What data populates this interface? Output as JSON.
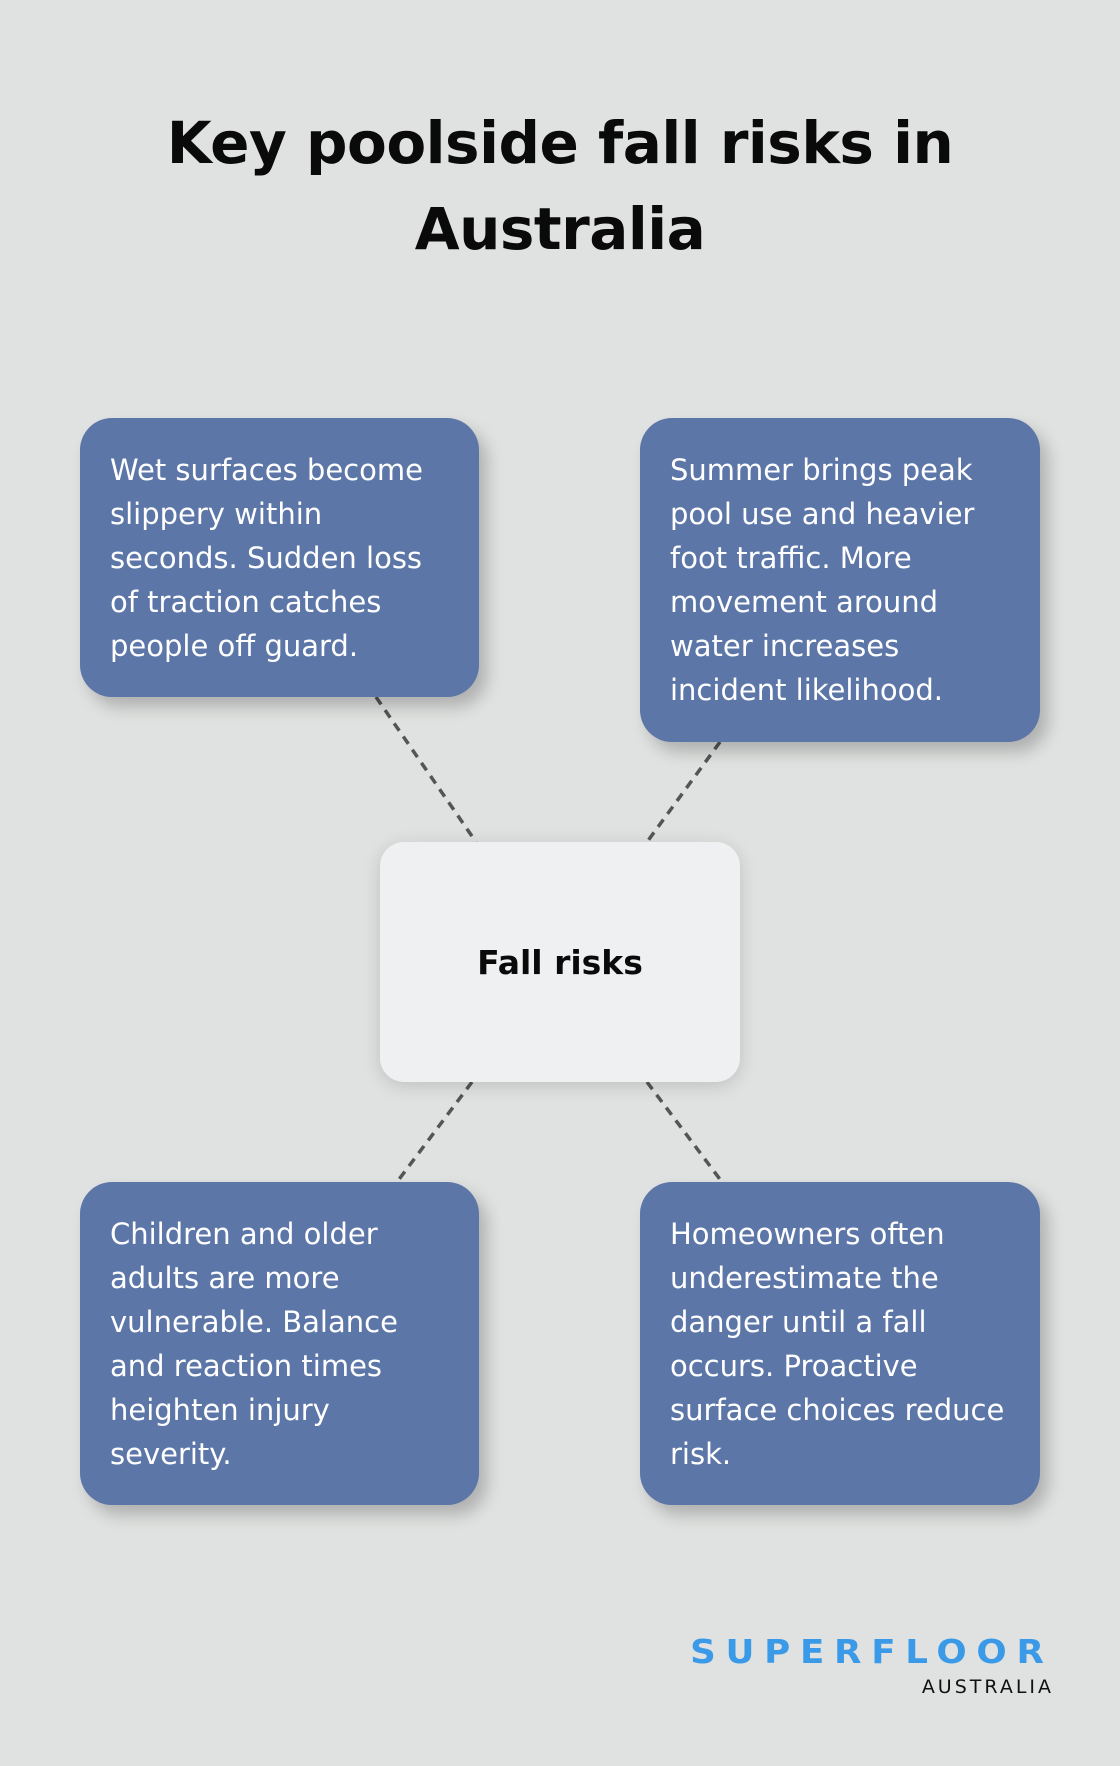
{
  "title": {
    "line1": "Key poolside fall risks in",
    "line2": "Australia"
  },
  "center_node": {
    "label": "Fall risks"
  },
  "cards": [
    {
      "text": "Wet surfaces become slippery within seconds. Sudden loss of traction catches people off guard."
    },
    {
      "text": "Summer brings peak pool use and heavier foot traffic. More movement around water increases incident likelihood."
    },
    {
      "text": "Children and older adults are more vulnerable. Balance and reaction times heighten injury severity."
    },
    {
      "text": "Homeowners often underestimate the danger until a fall occurs. Proactive surface choices reduce risk."
    }
  ],
  "logo": {
    "brand": "SUPERFLOOR",
    "sub": "AUSTRALIA"
  },
  "colors": {
    "background": "#e0e2e1",
    "card": "#5d76a8",
    "center": "#eff0f2",
    "logo_blue": "#3b9ae8",
    "connector": "#555555"
  }
}
